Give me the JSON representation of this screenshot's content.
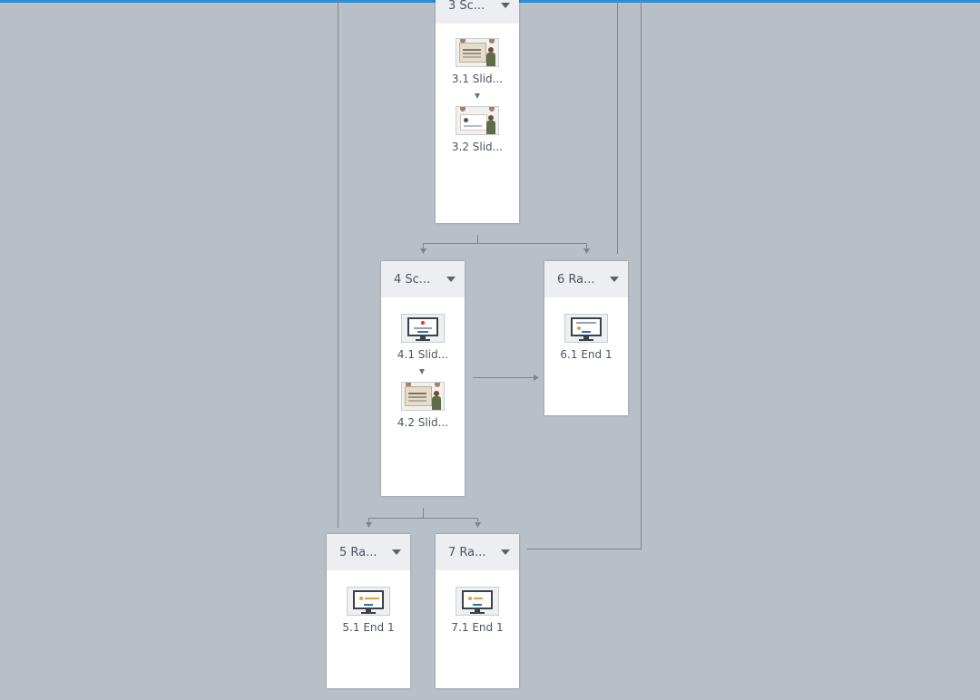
{
  "scenes": [
    {
      "id": "3",
      "title": "3 Sc...",
      "slides": [
        {
          "label": "3.1 Slid...",
          "thumb": "whiteboard-presenter"
        },
        {
          "label": "3.2 Slid...",
          "thumb": "card-presenter"
        }
      ]
    },
    {
      "id": "4",
      "title": "4 Sc...",
      "slides": [
        {
          "label": "4.1 Slid...",
          "thumb": "monitor-alert"
        },
        {
          "label": "4.2 Slid...",
          "thumb": "whiteboard-presenter"
        }
      ]
    },
    {
      "id": "6",
      "title": "6 Ra...",
      "slides": [
        {
          "label": "6.1 End 1",
          "thumb": "monitor-result"
        }
      ]
    },
    {
      "id": "5",
      "title": "5 Ra...",
      "slides": [
        {
          "label": "5.1 End 1",
          "thumb": "monitor-rating"
        }
      ]
    },
    {
      "id": "7",
      "title": "7 Ra...",
      "slides": [
        {
          "label": "7.1 End 1",
          "thumb": "monitor-rating"
        }
      ]
    }
  ],
  "colors": {
    "canvas": "#b9bfc7",
    "accent": "#2a8fd6",
    "connector": "#7d858e",
    "card": "#ffffff",
    "header": "#eceef1"
  }
}
